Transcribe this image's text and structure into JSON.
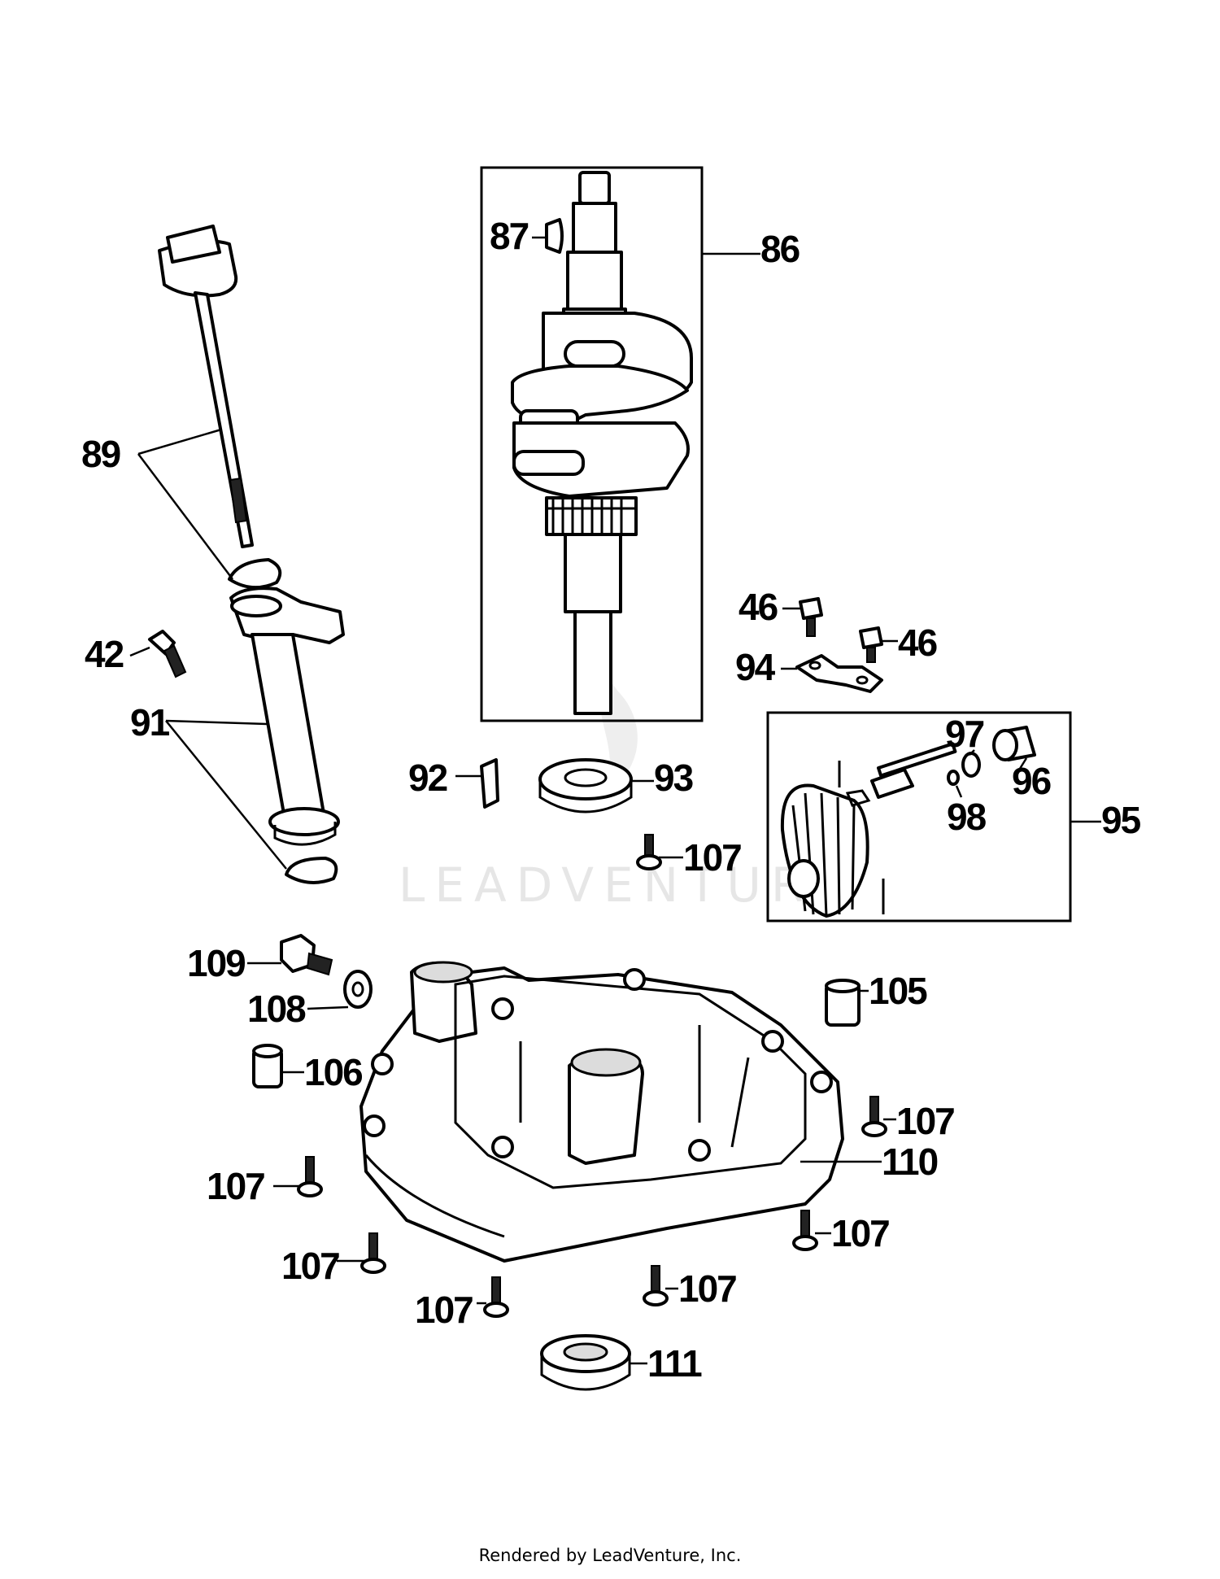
{
  "watermark": "LEADVENTURE",
  "footer": "Rendered by LeadVenture, Inc.",
  "labels": {
    "p86": "86",
    "p87": "87",
    "p89": "89",
    "p42": "42",
    "p91": "91",
    "p46a": "46",
    "p46b": "46",
    "p94": "94",
    "p92": "92",
    "p93": "93",
    "p97": "97",
    "p96": "96",
    "p98": "98",
    "p95": "95",
    "p107a": "107",
    "p107b": "107",
    "p107c": "107",
    "p107d": "107",
    "p107e": "107",
    "p107f": "107",
    "p107g": "107",
    "p109": "109",
    "p108": "108",
    "p106": "106",
    "p105": "105",
    "p110": "110",
    "p111": "111"
  }
}
